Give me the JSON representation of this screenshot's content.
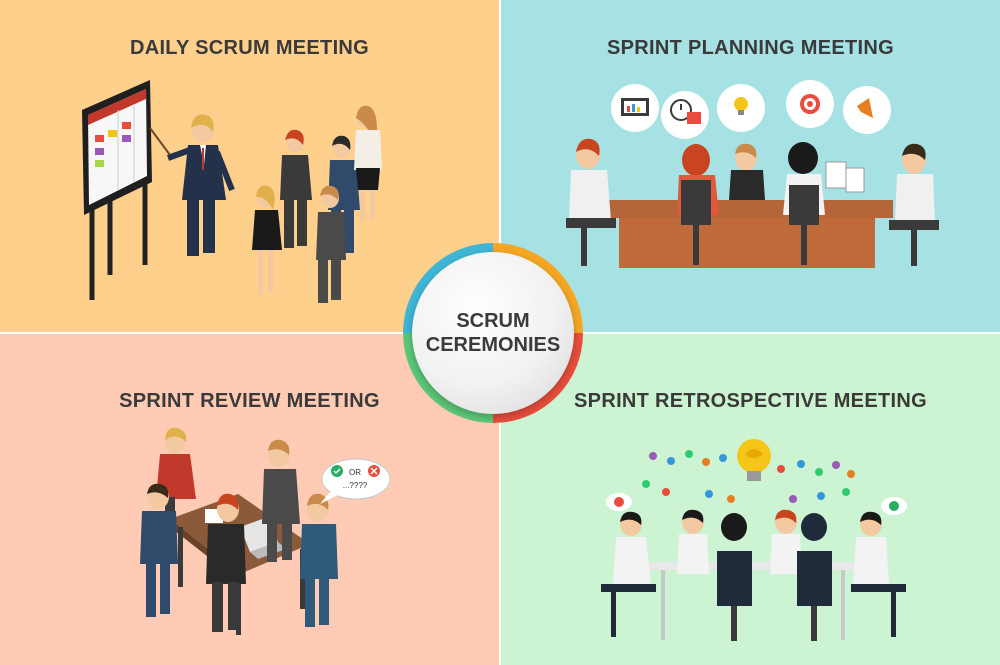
{
  "center": {
    "line1": "SCRUM",
    "line2": "CEREMONIES"
  },
  "quadrants": {
    "daily": {
      "title": "DAILY SCRUM MEETING",
      "bg": "#ffcf8c"
    },
    "planning": {
      "title": "SPRINT PLANNING MEETING",
      "bg": "#a6e1e3"
    },
    "review": {
      "title": "SPRINT REVIEW MEETING",
      "bg": "#ffcbb4"
    },
    "retro": {
      "title": "SPRINT RETROSPECTIVE MEETING",
      "bg": "#cdf4d2"
    }
  },
  "review_bubble": {
    "or_text": "OR",
    "query_text": "...????"
  },
  "ring_colors": [
    "#f5a623",
    "#e94e3c",
    "#5cc97a",
    "#3fb6d6"
  ],
  "icons": {
    "planning_bubbles": [
      "monitor-chart-icon",
      "clock-calendar-icon",
      "lightbulb-icon",
      "target-icon",
      "megaphone-icon"
    ],
    "review_bubble": [
      "check-icon",
      "cross-icon"
    ],
    "retro": [
      "lightbulb-brain-icon",
      "check-icon",
      "cross-icon"
    ]
  }
}
